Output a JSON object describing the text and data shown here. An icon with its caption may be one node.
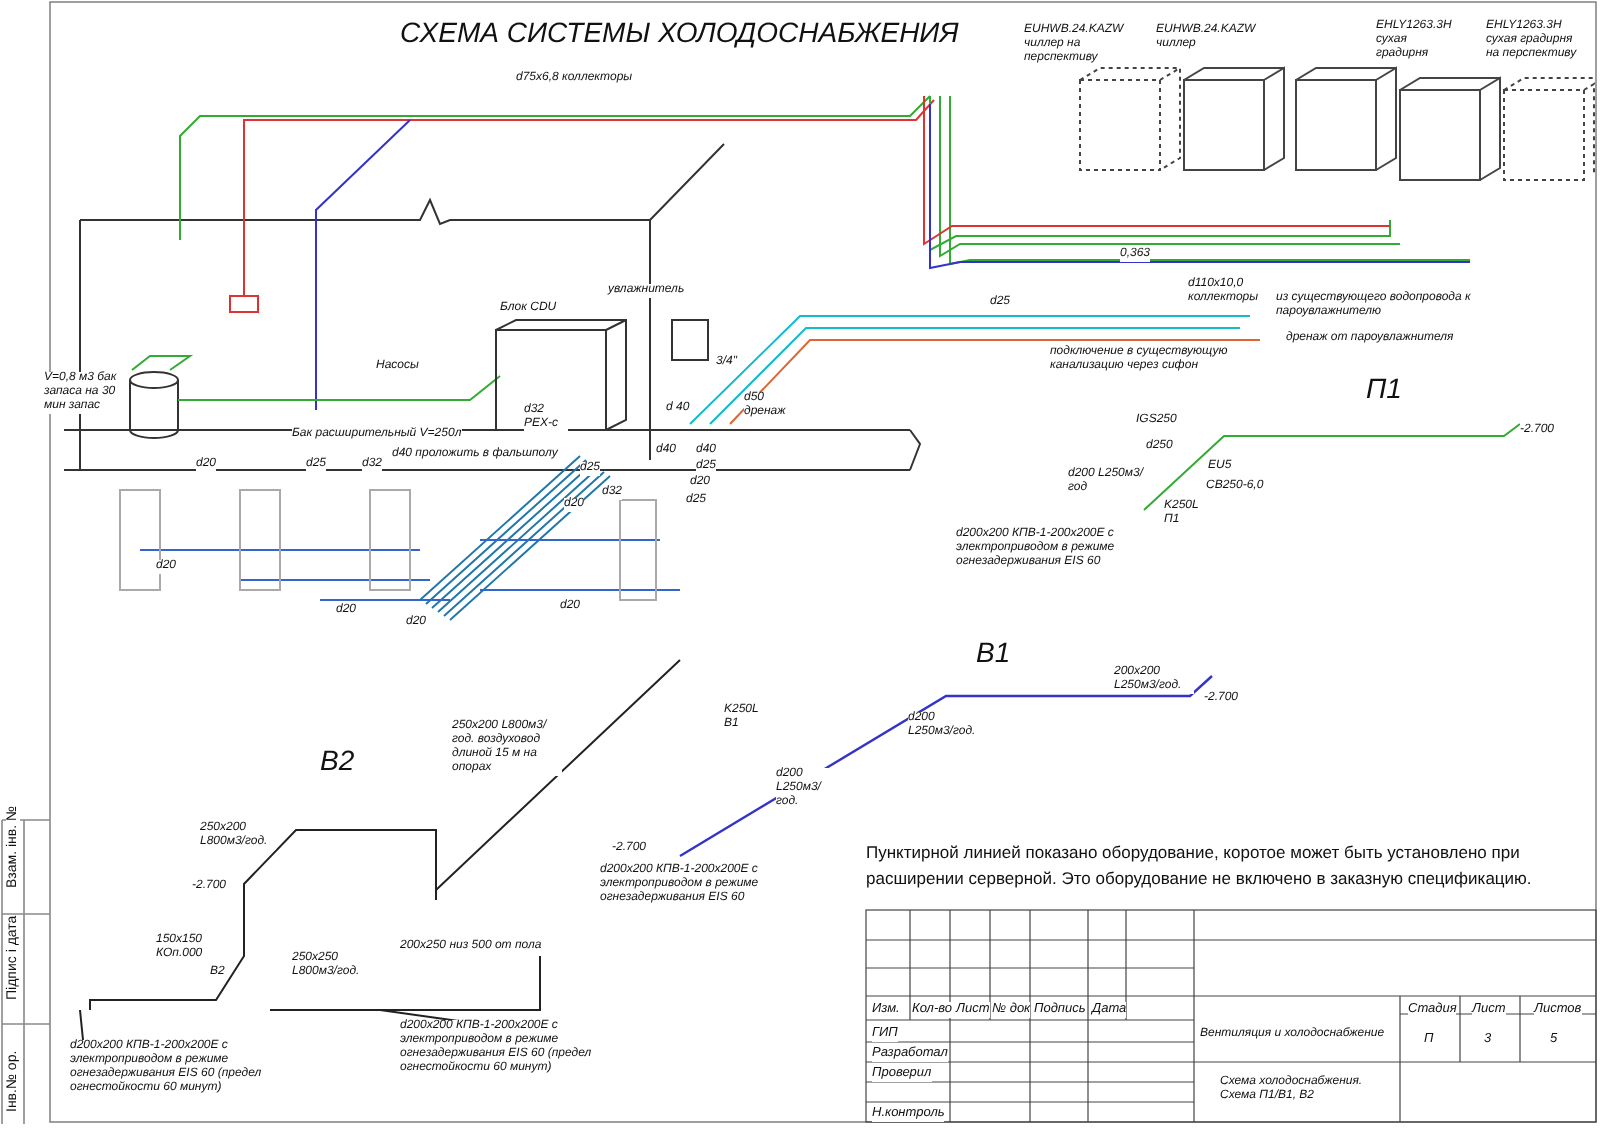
{
  "diagram": {
    "title": "СХЕМА СИСТЕМЫ ХОЛОДОСНАБЖЕНИЯ",
    "labels": [
      "d75x6,8 коллекторы",
      "V=0,8 м3 бак запаса на 30 мин запас",
      "Насосы",
      "Бак расширительный V=250л",
      "d40 проложить в фальшполу",
      "Блок CDU",
      "увлажнитель",
      "3/4\"",
      "d 40",
      "d50 дренаж",
      "d20",
      "d25",
      "d32",
      "d32 PEX-c",
      "d25",
      "d40",
      "d40",
      "d25",
      "d20",
      "d32",
      "d20",
      "d25",
      "d20",
      "d20",
      "d20",
      "d20",
      "EUHWB.24.KAZW чиллер на перспективу",
      "EUHWB.24.KAZW чиллер",
      "EHLY1263.3H сухая градирня",
      "EHLY1263.3H сухая градирня на перспективу",
      "0,363",
      "d110x10,0 коллекторы",
      "d25",
      "из существующего водопровода к пароувлажнителю",
      "дренаж от пароувлажнителя",
      "подключение в существующую канализацию через сифон",
      "П1",
      "IGS250",
      "d250",
      "EU5",
      "CB250-6,0",
      "d200 L250м3/год",
      "K250L П1",
      "-2.700",
      "d200x200 КПВ-1-200x200E с электроприводом в режиме огнезадерживания EIS 60",
      "В1",
      "200x200 L250м3/год.",
      "-2.700",
      "K250L В1",
      "d200 L250м3/год.",
      "d200 L250м3/год.",
      "-2.700",
      "d200x200 КПВ-1-200x200E с электроприводом в режиме огнезадерживания EIS 60",
      "В2",
      "250x200 L800м3/год. воздуховод длиной 15 м на опорах",
      "250x200 L800м3/год.",
      "-2.700",
      "150x150 КОп.000",
      "В2",
      "250x250 L800м3/год.",
      "200x250 низ 500 от пола",
      "d200x200 КПВ-1-200x200E с электроприводом в режиме огнезадерживания EIS 60 (предел огнестойкости 60 минут)",
      "d200x200 КПВ-1-200x200E с электроприводом в режиме огнезадерживания EIS 60 (предел огнестойкости 60 минут)",
      "Пунктирной  линией показано оборудование, коротое может быть установлено при расширении серверной. Это оборудование не включено в заказную спецификацию.",
      "Взам. інв. №",
      "Підпис і дата",
      "Інв.№ ор.",
      "Изм.",
      "Кол-во",
      "Лист",
      "№ док",
      "Подпись",
      "Дата",
      "Стадия",
      "Лист",
      "Листов",
      "ГИП",
      "Вентиляция и холодоснабжение",
      "П",
      "3",
      "5",
      "Разработал",
      "Проверил",
      "Схема холодоснабжения. Схема П1/В1, В2",
      "Н.контроль"
    ]
  }
}
